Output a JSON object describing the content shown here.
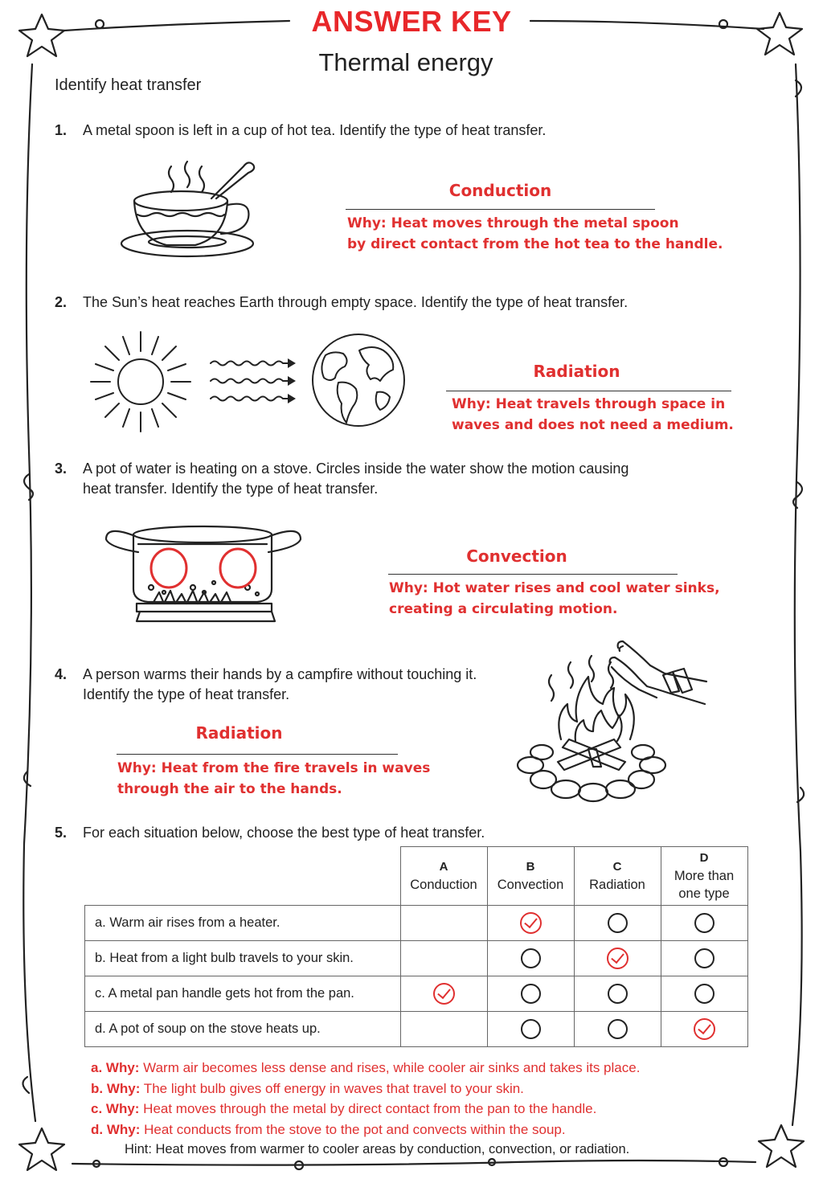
{
  "header": {
    "answer_key": "ANSWER KEY",
    "title": "Thermal energy",
    "section": "Identify heat transfer"
  },
  "questions": [
    {
      "num": "1.",
      "text": "A metal spoon is left in a cup of hot tea. Identify the type of heat transfer.",
      "answer": "Conduction",
      "why1": "Why: Heat moves through the metal spoon",
      "why2": "by direct contact from the hot tea to the handle."
    },
    {
      "num": "2.",
      "text": "The Sun’s heat reaches Earth through empty space. Identify the type of heat transfer.",
      "answer": "Radiation",
      "why1": "Why: Heat travels through space in",
      "why2": "waves and does not need a medium."
    },
    {
      "num": "3.",
      "text1": "A pot of water is heating on a stove. Circles inside the water show the motion causing",
      "text2": "heat transfer. Identify the type of heat transfer.",
      "answer": "Convection",
      "why1": "Why: Hot water rises and cool water sinks,",
      "why2": "creating a circulating motion."
    },
    {
      "num": "4.",
      "text1": "A person warms their hands by a campfire without touching it.",
      "text2": "Identify the type of heat transfer.",
      "answer": "Radiation",
      "why1": "Why: Heat from the fire travels in waves",
      "why2": "through the air to the hands."
    },
    {
      "num": "5.",
      "text": "For each situation below, choose the best type of heat transfer."
    }
  ],
  "table": {
    "columns": [
      {
        "letter": "A",
        "label": "Conduction"
      },
      {
        "letter": "B",
        "label": "Convection"
      },
      {
        "letter": "C",
        "label": "Radiation"
      },
      {
        "letter": "D",
        "label": "More than",
        "label2": "one type"
      }
    ],
    "rows": [
      {
        "text": "a.  Warm air rises from a heater.",
        "answer": "B"
      },
      {
        "text": "b.  Heat from a light bulb travels to your skin.",
        "answer": "C"
      },
      {
        "text": "c.  A metal pan handle gets hot from the pan.",
        "answer": "A"
      },
      {
        "text": "d.  A pot of soup on the stove heats up.",
        "answer": "D"
      }
    ]
  },
  "why_list": [
    {
      "label": "a. Why:",
      "text": " Warm air becomes less dense and rises, while cooler air sinks and takes its place."
    },
    {
      "label": "b. Why:",
      "text": " The light bulb gives off energy in waves that travel to your skin."
    },
    {
      "label": "c. Why:",
      "text": " Heat moves through the metal by direct contact from the pan to the handle."
    },
    {
      "label": "d. Why:",
      "text": " Heat conducts from the stove to the pot and convects within the soup."
    }
  ],
  "hint": "Hint: Heat moves from warmer to cooler areas by conduction, convection, or radiation.",
  "colors": {
    "accent": "#e03030",
    "ink": "#222222"
  },
  "icons": [
    "teacup-spoon-illustration",
    "sun-icon",
    "wave-arrows-icon",
    "earth-globe-icon",
    "pot-on-stove-illustration",
    "campfire-illustration",
    "hands-icon",
    "star-doodle-icon"
  ]
}
